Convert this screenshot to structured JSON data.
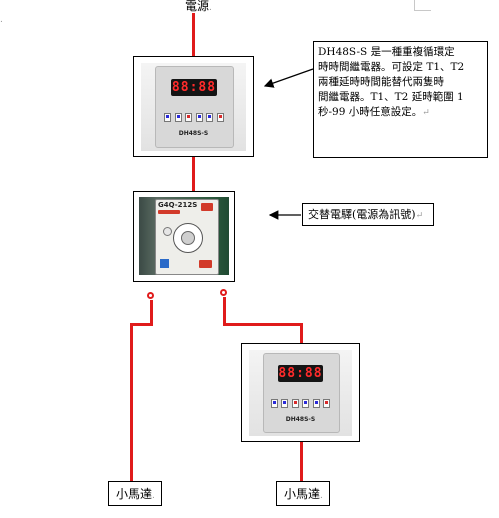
{
  "power_label": "電源",
  "motor_labels": [
    "小馬達",
    "小馬達"
  ],
  "notes": {
    "relay_note": [
      "DH48S-S 是一種重複循環定",
      "時時間繼電器。可設定 T1、T2",
      "兩種延時時間能替代兩隻時",
      "間繼電器。T1、T2 延時範圍 1",
      "秒-99 小時任意設定。"
    ],
    "alternating_relay_note": "交替電驛(電源為訊號)"
  },
  "devices": {
    "relay_top": {
      "display": "88:88",
      "model": "DH48S-S"
    },
    "alternating_relay": {
      "model": "G4Q-212S"
    },
    "relay_bottom": {
      "display": "88:88",
      "model": "DH48S-S"
    }
  },
  "marks": {
    "paragraph": "↵",
    "small": "."
  },
  "colors": {
    "wire": "#e01b1b"
  }
}
